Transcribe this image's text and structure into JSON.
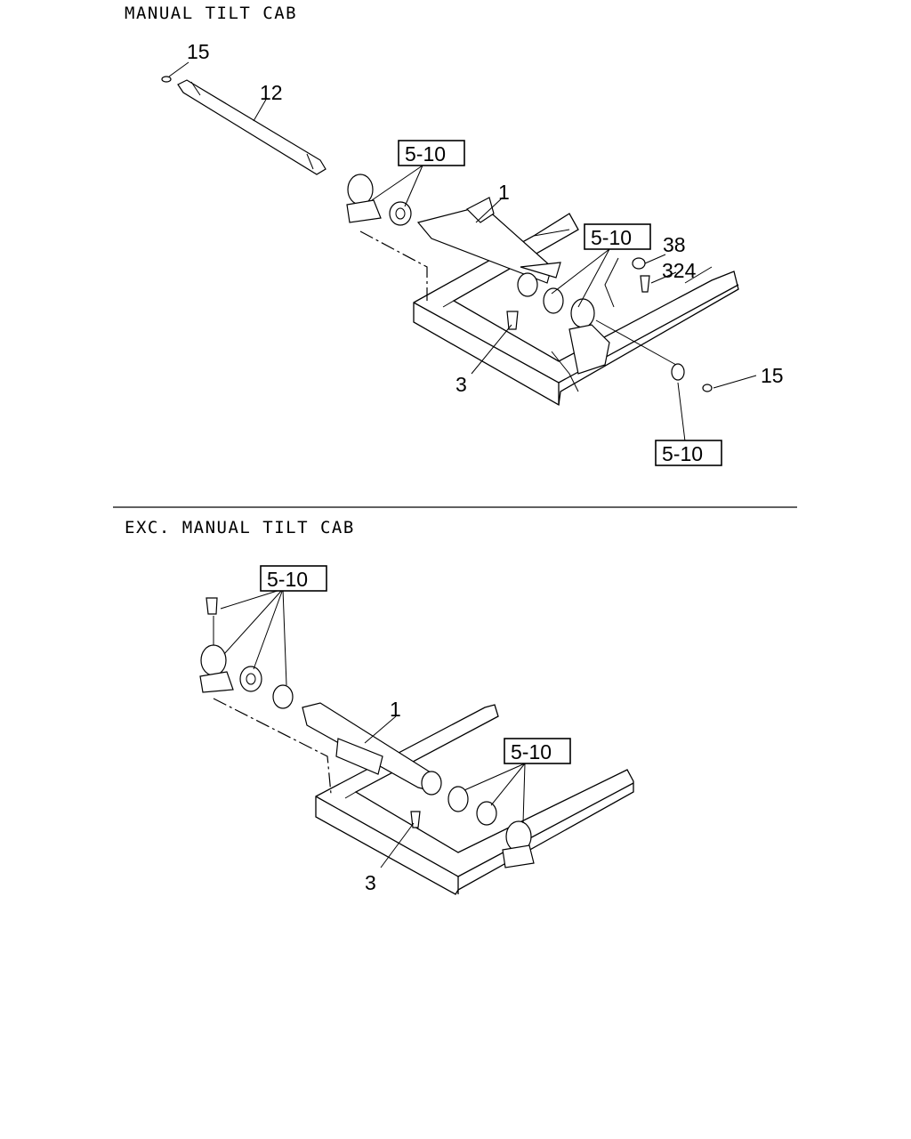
{
  "sections": [
    {
      "title": "MANUAL TILT CAB"
    },
    {
      "title": "EXC. MANUAL TILT CAB"
    }
  ],
  "callouts": {
    "top": {
      "c15a": "15",
      "c12": "12",
      "ref1": "5-10",
      "c1": "1",
      "ref2": "5-10",
      "c38": "38",
      "c324": "324",
      "c3": "3",
      "c15b": "15",
      "ref3": "5-10"
    },
    "bottom": {
      "ref1": "5-10",
      "c1": "1",
      "ref2": "5-10",
      "c3": "3"
    }
  }
}
